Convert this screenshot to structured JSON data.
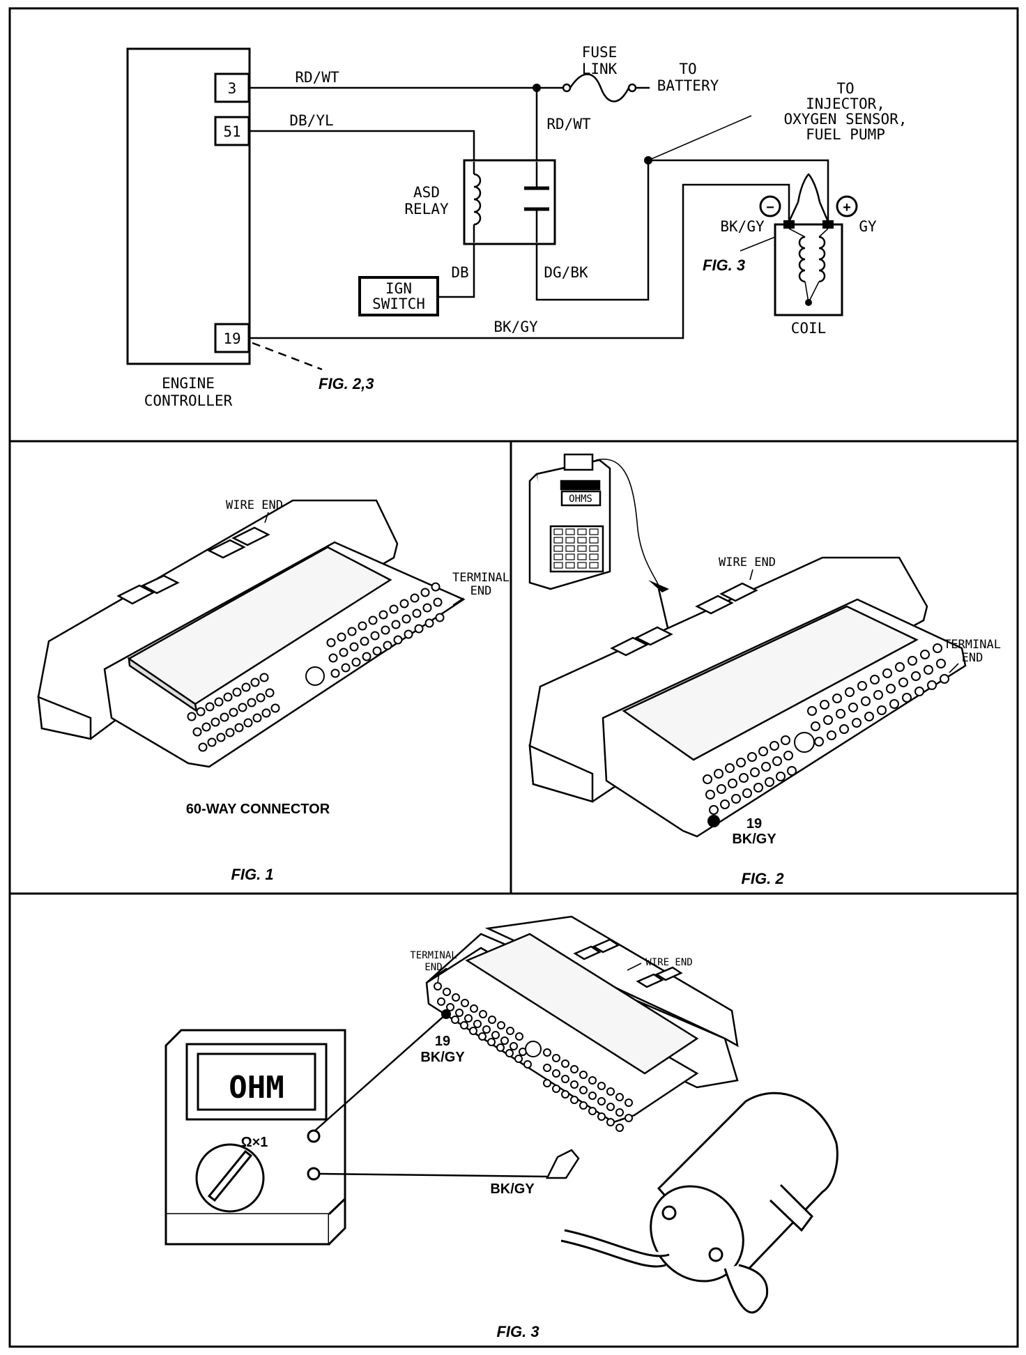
{
  "schematic": {
    "controller": {
      "label_line1": "ENGINE",
      "label_line2": "CONTROLLER",
      "pins": [
        "3",
        "51",
        "19"
      ]
    },
    "wires": {
      "rd_wt_top": "RD/WT",
      "db_yl": "DB/YL",
      "rd_wt_vertical": "RD/WT",
      "db": "DB",
      "dg_bk": "DG/BK",
      "bk_gy_bottom": "BK/GY",
      "bk_gy_coil": "BK/GY",
      "gy_coil": "GY"
    },
    "fuse_link": {
      "line1": "FUSE",
      "line2": "LINK"
    },
    "to_battery": {
      "line1": "TO",
      "line2": "BATTERY"
    },
    "to_injector": {
      "line1": "TO",
      "line2": "INJECTOR,",
      "line3": "OXYGEN SENSOR,",
      "line4": "FUEL PUMP"
    },
    "asd_relay": {
      "line1": "ASD",
      "line2": "RELAY"
    },
    "ign_switch": {
      "line1": "IGN",
      "line2": "SWITCH"
    },
    "coil_label": "COIL",
    "fig_ref_coil": "FIG. 3",
    "fig_ref_controller": "FIG. 2,3",
    "minus_sign": "−",
    "plus_sign": "+"
  },
  "fig1": {
    "wire_end": "WIRE END",
    "terminal_end_line1": "TERMINAL",
    "terminal_end_line2": "END",
    "connector_label": "60-WAY CONNECTOR",
    "caption": "FIG. 1"
  },
  "fig2": {
    "meter_display": "OHMS",
    "wire_end": "WIRE END",
    "terminal_end_line1": "TERMINAL",
    "terminal_end_line2": "END",
    "pin_number": "19",
    "pin_wire": "BK/GY",
    "caption": "FIG. 2"
  },
  "fig3": {
    "terminal_end_line1": "TERMINAL",
    "terminal_end_line2": "END",
    "wire_end": "WIRE END",
    "pin_number": "19",
    "pin_wire": "BK/GY",
    "meter_display": "OHM",
    "range": "Ω×1",
    "lead_wire": "BK/GY",
    "caption": "FIG. 3"
  }
}
